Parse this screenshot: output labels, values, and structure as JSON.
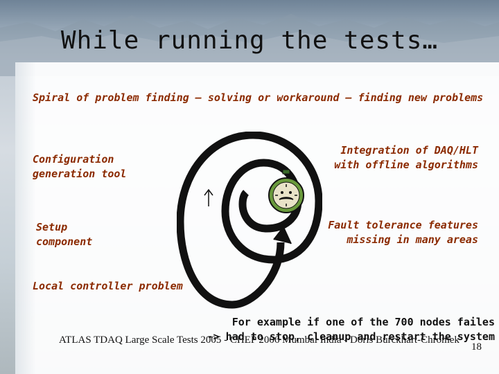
{
  "title": "While running the tests…",
  "intro": "Spiral of problem finding – solving or workaround – finding new problems",
  "items": {
    "configuration": [
      "Configuration",
      "generation tool"
    ],
    "setup": [
      "Setup",
      "component"
    ],
    "local_controller": "Local controller problem",
    "integration": [
      "Integration of DAQ/HLT",
      "with offline algorithms"
    ],
    "fault_tolerance": [
      "Fault tolerance features",
      "missing in many areas"
    ]
  },
  "example": [
    "For example if one of the 700 nodes failes",
    "-> had to stop, cleanup and restart the system"
  ],
  "footer": "ATLAS TDAQ Large Scale Tests 2005 - CHEP 2006 Mumbai India  - Doris Burckhart-Chromek",
  "page_number": "18",
  "icons": [
    "spiral-arrow-icon",
    "stopwatch-icon"
  ]
}
